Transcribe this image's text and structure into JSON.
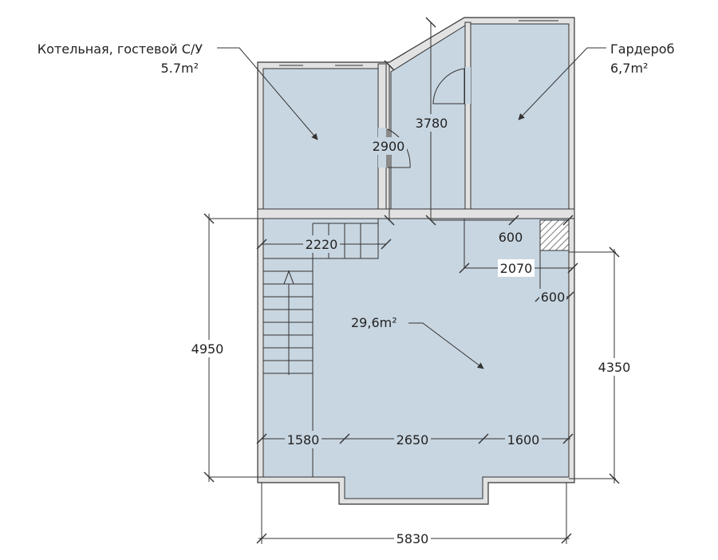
{
  "rooms": {
    "boiler": {
      "name": "Котельная, гостевой С/У",
      "area": "5.7m²"
    },
    "wardrobe": {
      "name": "Гардероб",
      "area": "6,7m²"
    },
    "hall": {
      "area": "29,6m²"
    }
  },
  "dimensions": {
    "d3780": "3780",
    "d2900": "2900",
    "d2220": "2220",
    "d600_top": "600",
    "d2070": "2070",
    "d600_side": "600",
    "d4950": "4950",
    "d4350": "4350",
    "d1580": "1580",
    "d2650": "2650",
    "d1600": "1600",
    "d5830": "5830"
  },
  "colors": {
    "floor": "#c8d6e1",
    "wall": "#e2e2e2",
    "hatch": "#666666"
  }
}
